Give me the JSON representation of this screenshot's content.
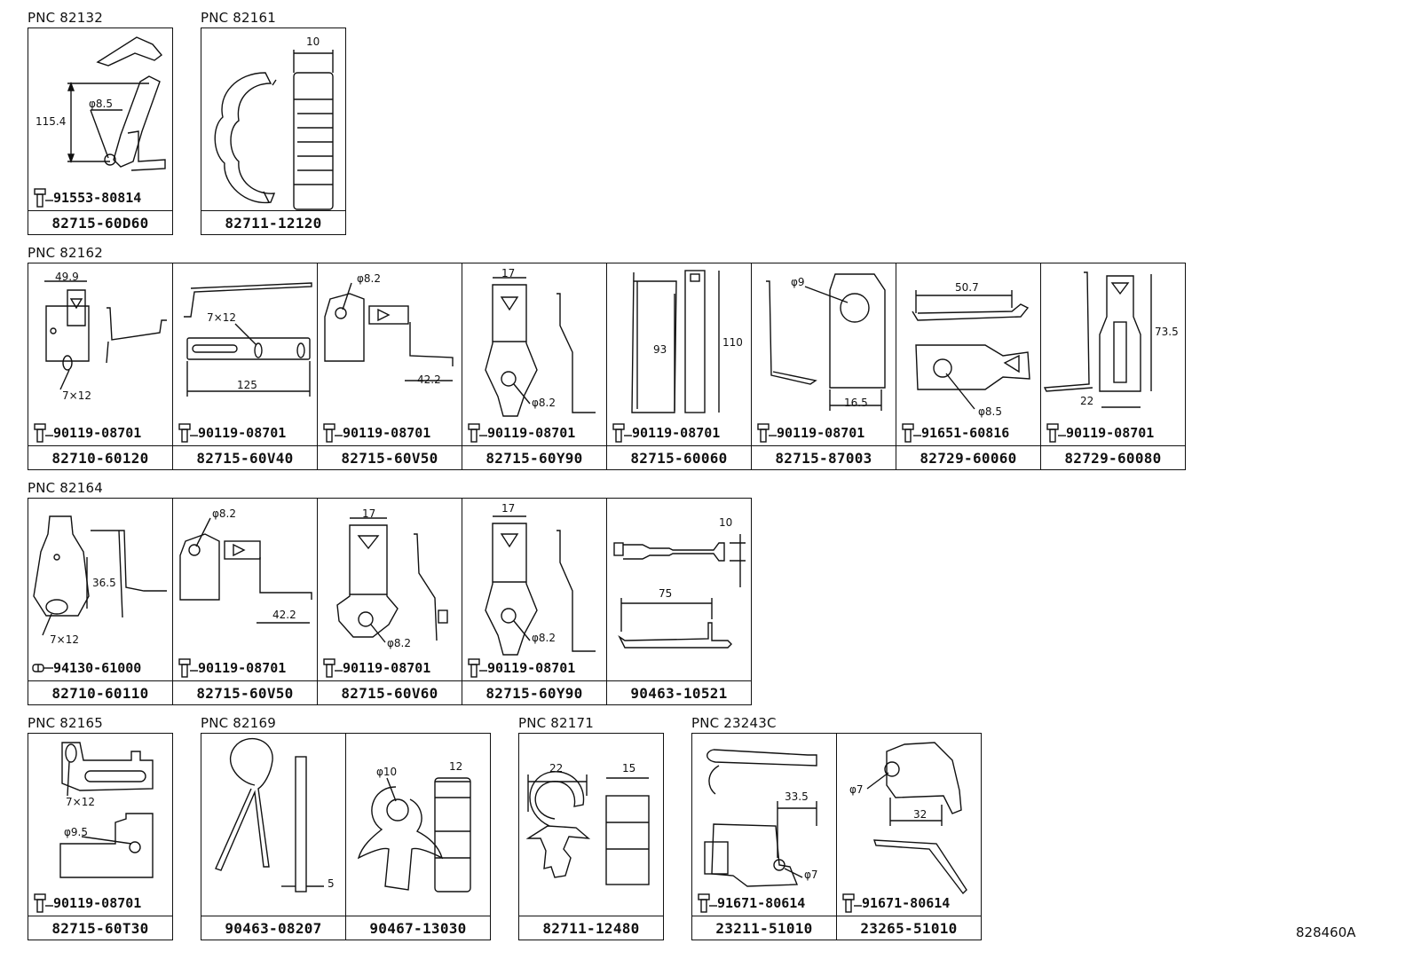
{
  "diagram_code": "828460A",
  "groups": [
    {
      "pnc": "PNC 82132",
      "cells": [
        {
          "part": "82715-60D60",
          "bolt": "91553-80814",
          "fastener": "bolt",
          "art": "bracket-tall",
          "dims": [
            "115.4",
            "φ8.5"
          ]
        }
      ]
    },
    {
      "pnc": "PNC 82161",
      "cells": [
        {
          "part": "82711-12120",
          "bolt": "",
          "fastener": "none",
          "art": "clamp-ring",
          "dims": [
            "10"
          ]
        }
      ]
    },
    {
      "pnc": "PNC 82162",
      "cells": [
        {
          "part": "82710-60120",
          "bolt": "90119-08701",
          "fastener": "bolt",
          "art": "bracket-a",
          "dims": [
            "49.9",
            "7×12"
          ]
        },
        {
          "part": "82715-60V40",
          "bolt": "90119-08701",
          "fastener": "bolt",
          "art": "bracket-long",
          "dims": [
            "7×12",
            "125"
          ]
        },
        {
          "part": "82715-60V50",
          "bolt": "90119-08701",
          "fastener": "bolt",
          "art": "bracket-hook",
          "dims": [
            "φ8.2",
            "42.2"
          ]
        },
        {
          "part": "82715-60Y90",
          "bolt": "90119-08701",
          "fastener": "bolt",
          "art": "bracket-tri",
          "dims": [
            "17",
            "φ8.2"
          ]
        },
        {
          "part": "82715-60060",
          "bolt": "90119-08701",
          "fastener": "bolt",
          "art": "bracket-channel",
          "dims": [
            "93",
            "110"
          ]
        },
        {
          "part": "82715-87003",
          "bolt": "90119-08701",
          "fastener": "bolt",
          "art": "bracket-plate",
          "dims": [
            "φ9",
            "16.5"
          ]
        },
        {
          "part": "82729-60060",
          "bolt": "91651-60816",
          "fastener": "bolt",
          "art": "bracket-wide",
          "dims": [
            "50.7",
            "φ8.5"
          ]
        },
        {
          "part": "82729-60080",
          "bolt": "90119-08701",
          "fastener": "bolt",
          "art": "bracket-slot",
          "dims": [
            "73.5",
            "22"
          ]
        }
      ]
    },
    {
      "pnc": "PNC 82164",
      "cells": [
        {
          "part": "82710-60110",
          "bolt": "94130-61000",
          "fastener": "nut",
          "art": "bracket-oval",
          "dims": [
            "36.5",
            "7×12"
          ]
        },
        {
          "part": "82715-60V50",
          "bolt": "90119-08701",
          "fastener": "bolt",
          "art": "bracket-hook",
          "dims": [
            "φ8.2",
            "42.2"
          ]
        },
        {
          "part": "82715-60V60",
          "bolt": "90119-08701",
          "fastener": "bolt",
          "art": "bracket-tri-wide",
          "dims": [
            "17",
            "φ8.2"
          ]
        },
        {
          "part": "82715-60Y90",
          "bolt": "90119-08701",
          "fastener": "bolt",
          "art": "bracket-tri",
          "dims": [
            "17",
            "φ8.2"
          ]
        },
        {
          "part": "90463-10521",
          "bolt": "",
          "fastener": "none",
          "art": "band",
          "dims": [
            "10",
            "75"
          ]
        }
      ]
    },
    {
      "pnc": "PNC 82165",
      "cells": [
        {
          "part": "82715-60T30",
          "bolt": "90119-08701",
          "fastener": "bolt",
          "art": "bracket-clip",
          "dims": [
            "7×12",
            "φ9.5"
          ]
        }
      ]
    },
    {
      "pnc": "PNC 82169",
      "cells": [
        {
          "part": "90463-08207",
          "bolt": "",
          "fastener": "none",
          "art": "hairpin",
          "dims": [
            "5"
          ]
        },
        {
          "part": "90467-13030",
          "bolt": "",
          "fastener": "none",
          "art": "push-clip",
          "dims": [
            "φ10",
            "12"
          ]
        }
      ]
    },
    {
      "pnc": "PNC 82171",
      "cells": [
        {
          "part": "82711-12480",
          "bolt": "",
          "fastener": "none",
          "art": "hook-clip",
          "dims": [
            "22",
            "15"
          ]
        }
      ]
    },
    {
      "pnc": "PNC 23243C",
      "cells": [
        {
          "part": "23211-51010",
          "bolt": "91671-80614",
          "fastener": "bolt",
          "art": "bracket-fuel",
          "dims": [
            "33.5",
            "φ7"
          ]
        },
        {
          "part": "23265-51010",
          "bolt": "91671-80614",
          "fastener": "bolt",
          "art": "bracket-angle",
          "dims": [
            "φ7",
            "32"
          ]
        }
      ]
    }
  ]
}
